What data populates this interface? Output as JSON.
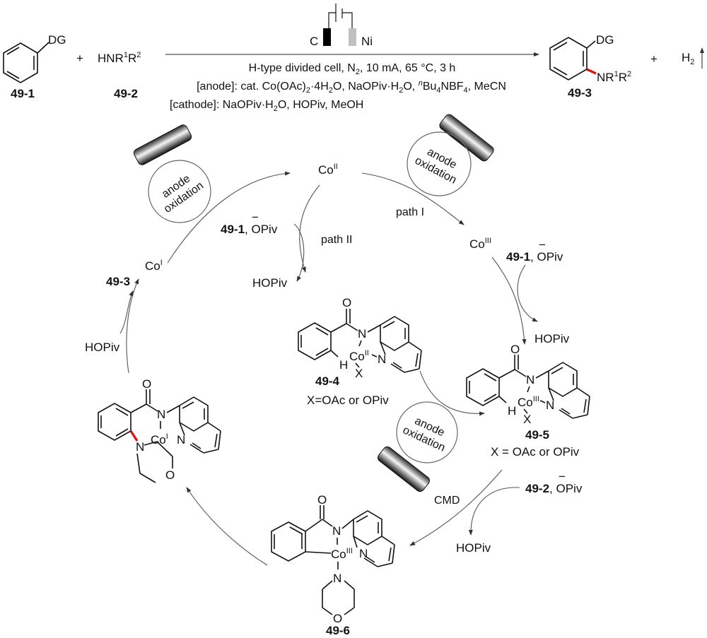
{
  "scheme": {
    "reactants": {
      "substrate": {
        "group": "DG",
        "label": "49-1"
      },
      "amine": {
        "formula": "HNR",
        "sup1": "1",
        "r2": "R",
        "sup2": "2",
        "label": "49-2"
      },
      "plus": "+"
    },
    "cell": {
      "anode_label": "C",
      "cathode_label": "Ni",
      "anode_color": "#000000",
      "cathode_color": "#c0c0c0"
    },
    "conditions": {
      "line1_a": "H-type divided cell, N",
      "line1_sub": "2",
      "line1_b": ", 10 mA, 65 °C, 3 h",
      "line2_a": "[anode]: cat. Co(OAc)",
      "line2_sub1": "2",
      "line2_b": "·4H",
      "line2_sub2": "2",
      "line2_c": "O, NaOPiv·H",
      "line2_sub3": "2",
      "line2_d": "O, ",
      "line2_sup": "n",
      "line2_e": "Bu",
      "line2_sub4": "4",
      "line2_f": "NBF",
      "line2_sub5": "4",
      "line2_g": ", MeCN",
      "line3_a": "[cathode]: NaOPiv·H",
      "line3_sub": "2",
      "line3_b": "O, HOPiv, MeOH"
    },
    "product": {
      "group": "DG",
      "amine": "NR",
      "sup1": "1",
      "r2": "R",
      "sup2": "2",
      "label": "49-3",
      "new_bond_color": "#e01010"
    },
    "byproduct": {
      "plus": "+",
      "gas": "H",
      "sub": "2"
    }
  },
  "cycle": {
    "anode_bubble": {
      "line1": "anode",
      "line2": "oxidation"
    },
    "species": {
      "co2": {
        "base": "Co",
        "ox": "II"
      },
      "co3": {
        "base": "Co",
        "ox": "III"
      },
      "co1": {
        "base": "Co",
        "ox": "I"
      }
    },
    "paths": {
      "path1": "path I",
      "path2": "path II",
      "cmd": "CMD"
    },
    "reagents": {
      "left_in": {
        "bold": "49-1",
        "rest": ", OPiv",
        "charge": "−"
      },
      "right_in": {
        "bold": "49-1",
        "rest": ", OPiv",
        "charge": "−"
      },
      "bottom_in": {
        "bold": "49-2",
        "rest": ", OPiv",
        "charge": "−"
      },
      "hopiv": "HOPiv",
      "product_out": "49-3"
    },
    "intermediates": {
      "i4": {
        "label": "49-4",
        "note": "X=OAc or OPiv",
        "metal": "Co",
        "ox": "II"
      },
      "i5": {
        "label": "49-5",
        "note": "X = OAc or OPiv",
        "metal": "Co",
        "ox": "III"
      },
      "i6": {
        "label": "49-6",
        "metal": "Co",
        "ox": "III"
      },
      "i7": {
        "metal": "Co",
        "ox": "I"
      }
    },
    "atoms": {
      "O": "O",
      "N": "N",
      "H": "H",
      "X": "X"
    }
  }
}
